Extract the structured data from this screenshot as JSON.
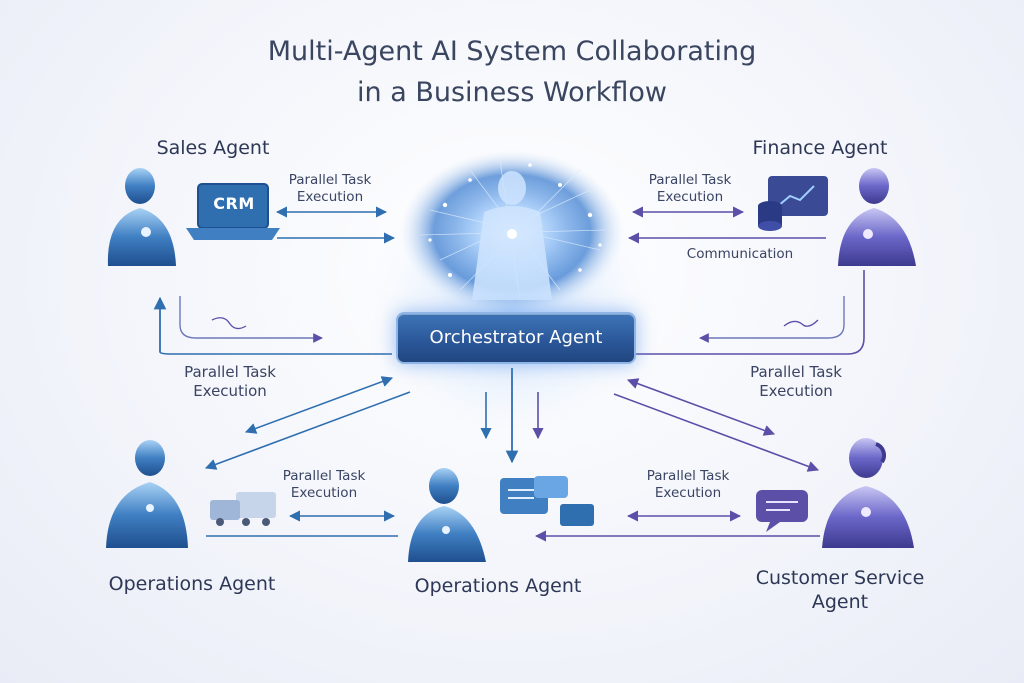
{
  "title": {
    "line1": "Multi-Agent AI System Collaborating",
    "line2": "in a Business Workflow"
  },
  "orchestrator": {
    "label": "Orchestrator Agent"
  },
  "agents": {
    "sales": "Sales Agent",
    "finance": "Finance Agent",
    "operations_left": "Operations Agent",
    "operations_center": "Operations Agent",
    "customer_service_line1": "Customer Service",
    "customer_service_line2": "Agent"
  },
  "icons": {
    "crm_text": "CRM"
  },
  "edge_labels": {
    "sales_top": [
      "Parallel Task",
      "Execution"
    ],
    "finance_top": [
      "Parallel Task",
      "Execution"
    ],
    "finance_comm": "Communication",
    "left_mid": [
      "Parallel Task",
      "Execution"
    ],
    "right_mid": [
      "Parallel Task",
      "Execution"
    ],
    "ops_bottom": [
      "Parallel Task",
      "Execution"
    ],
    "cs_bottom": [
      "Parallel Task",
      "Execution"
    ]
  },
  "colors": {
    "blue_arrow": "#2f6fb0",
    "purple_arrow": "#5b4fa8",
    "orchestrator_fill": "#2a5698",
    "glow": "#7fb2f0"
  }
}
